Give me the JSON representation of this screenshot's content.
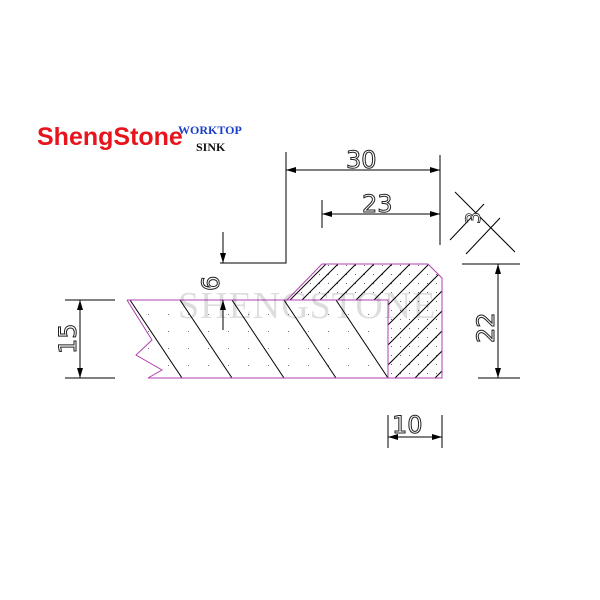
{
  "logo": {
    "brand": "ShengStone",
    "line1": "WORKTOP",
    "line2": "SINK"
  },
  "watermark": "SHENGSTONE",
  "dimensions": {
    "d30": "30",
    "d23": "23",
    "d6": "6",
    "d15": "15",
    "d22": "22",
    "d10": "10",
    "d3": "3"
  },
  "colors": {
    "brand": "#e8141c",
    "worktop": "#1a3fc9",
    "outline": "#b040b0"
  }
}
